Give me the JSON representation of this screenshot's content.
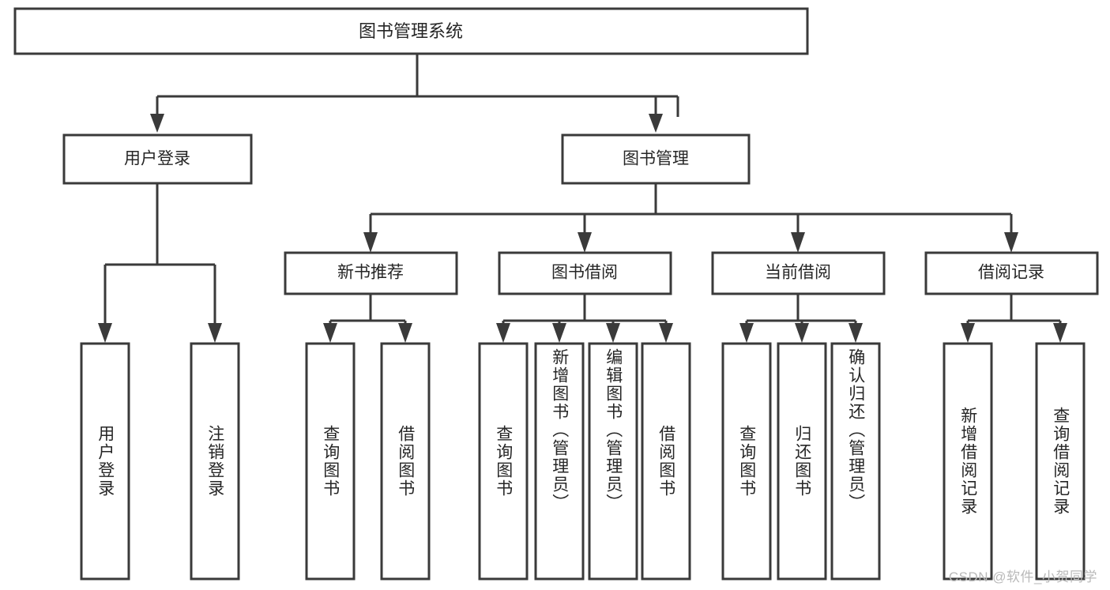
{
  "diagram": {
    "title": "图书管理系统",
    "watermark": "CSDN @软件_小贺同学",
    "colors": {
      "stroke": "#3a3a3a",
      "text": "#262626",
      "background": "#ffffff",
      "watermark": "#b9b9b9"
    },
    "levels": {
      "root": {
        "label": "图书管理系统"
      },
      "level2": [
        {
          "label": "用户登录"
        },
        {
          "label": "图书管理"
        }
      ],
      "level3": [
        {
          "label": "新书推荐"
        },
        {
          "label": "图书借阅"
        },
        {
          "label": "当前借阅"
        },
        {
          "label": "借阅记录"
        }
      ],
      "leaves": [
        {
          "label": "用户登录",
          "parent": "用户登录"
        },
        {
          "label": "注销登录",
          "parent": "用户登录"
        },
        {
          "label": "查询图书",
          "parent": "新书推荐"
        },
        {
          "label": "借阅图书",
          "parent": "新书推荐"
        },
        {
          "label": "查询图书",
          "parent": "图书借阅"
        },
        {
          "label": "新增图书（管理员）",
          "parent": "图书借阅"
        },
        {
          "label": "编辑图书（管理员）",
          "parent": "图书借阅"
        },
        {
          "label": "借阅图书",
          "parent": "图书借阅"
        },
        {
          "label": "查询图书",
          "parent": "当前借阅"
        },
        {
          "label": "归还图书",
          "parent": "当前借阅"
        },
        {
          "label": "确认归还（管理员）",
          "parent": "当前借阅"
        },
        {
          "label": "新增借阅记录",
          "parent": "借阅记录"
        },
        {
          "label": "查询借阅记录",
          "parent": "借阅记录"
        }
      ]
    }
  }
}
